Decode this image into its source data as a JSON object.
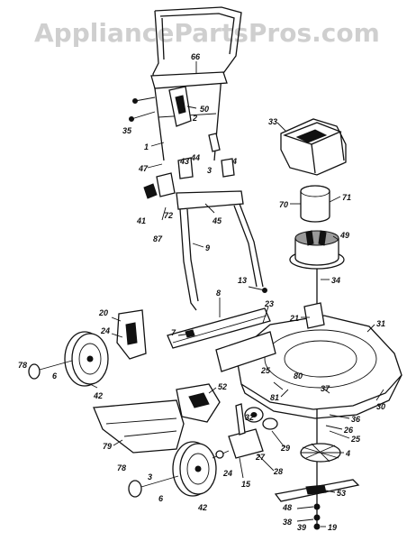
{
  "watermark": "AppliancePartsPros.com",
  "labels": [
    {
      "id": "66",
      "text": "66"
    },
    {
      "id": "50",
      "text": "50"
    },
    {
      "id": "35",
      "text": "35"
    },
    {
      "id": "2",
      "text": "2"
    },
    {
      "id": "1",
      "text": "1"
    },
    {
      "id": "47",
      "text": "47"
    },
    {
      "id": "43",
      "text": "43"
    },
    {
      "id": "44",
      "text": "44"
    },
    {
      "id": "3",
      "text": "3"
    },
    {
      "id": "4-top",
      "text": "4"
    },
    {
      "id": "72",
      "text": "72"
    },
    {
      "id": "41",
      "text": "41"
    },
    {
      "id": "45",
      "text": "45"
    },
    {
      "id": "87",
      "text": "87"
    },
    {
      "id": "9",
      "text": "9"
    },
    {
      "id": "33",
      "text": "33"
    },
    {
      "id": "70",
      "text": "70"
    },
    {
      "id": "71",
      "text": "71"
    },
    {
      "id": "49",
      "text": "49"
    },
    {
      "id": "34",
      "text": "34"
    },
    {
      "id": "13",
      "text": "13"
    },
    {
      "id": "8",
      "text": "8"
    },
    {
      "id": "23",
      "text": "23"
    },
    {
      "id": "21",
      "text": "21"
    },
    {
      "id": "31",
      "text": "31"
    },
    {
      "id": "20",
      "text": "20"
    },
    {
      "id": "24-left",
      "text": "24"
    },
    {
      "id": "7",
      "text": "7"
    },
    {
      "id": "78-left",
      "text": "78"
    },
    {
      "id": "6-left",
      "text": "6"
    },
    {
      "id": "42-left",
      "text": "42"
    },
    {
      "id": "52",
      "text": "52"
    },
    {
      "id": "25-mid",
      "text": "25"
    },
    {
      "id": "80",
      "text": "80"
    },
    {
      "id": "81",
      "text": "81"
    },
    {
      "id": "37",
      "text": "37"
    },
    {
      "id": "32",
      "text": "32"
    },
    {
      "id": "30",
      "text": "30"
    },
    {
      "id": "36",
      "text": "36"
    },
    {
      "id": "26",
      "text": "26"
    },
    {
      "id": "25-right",
      "text": "25"
    },
    {
      "id": "29",
      "text": "29"
    },
    {
      "id": "79",
      "text": "79"
    },
    {
      "id": "27",
      "text": "27"
    },
    {
      "id": "28",
      "text": "28"
    },
    {
      "id": "4-fan",
      "text": "4"
    },
    {
      "id": "15",
      "text": "15"
    },
    {
      "id": "24-bottom",
      "text": "24"
    },
    {
      "id": "78-bottom",
      "text": "78"
    },
    {
      "id": "3-bottom",
      "text": "3"
    },
    {
      "id": "6-bottom",
      "text": "6"
    },
    {
      "id": "42-bottom",
      "text": "42"
    },
    {
      "id": "53",
      "text": "53"
    },
    {
      "id": "48",
      "text": "48"
    },
    {
      "id": "38",
      "text": "38"
    },
    {
      "id": "39",
      "text": "39"
    },
    {
      "id": "19",
      "text": "19"
    }
  ]
}
